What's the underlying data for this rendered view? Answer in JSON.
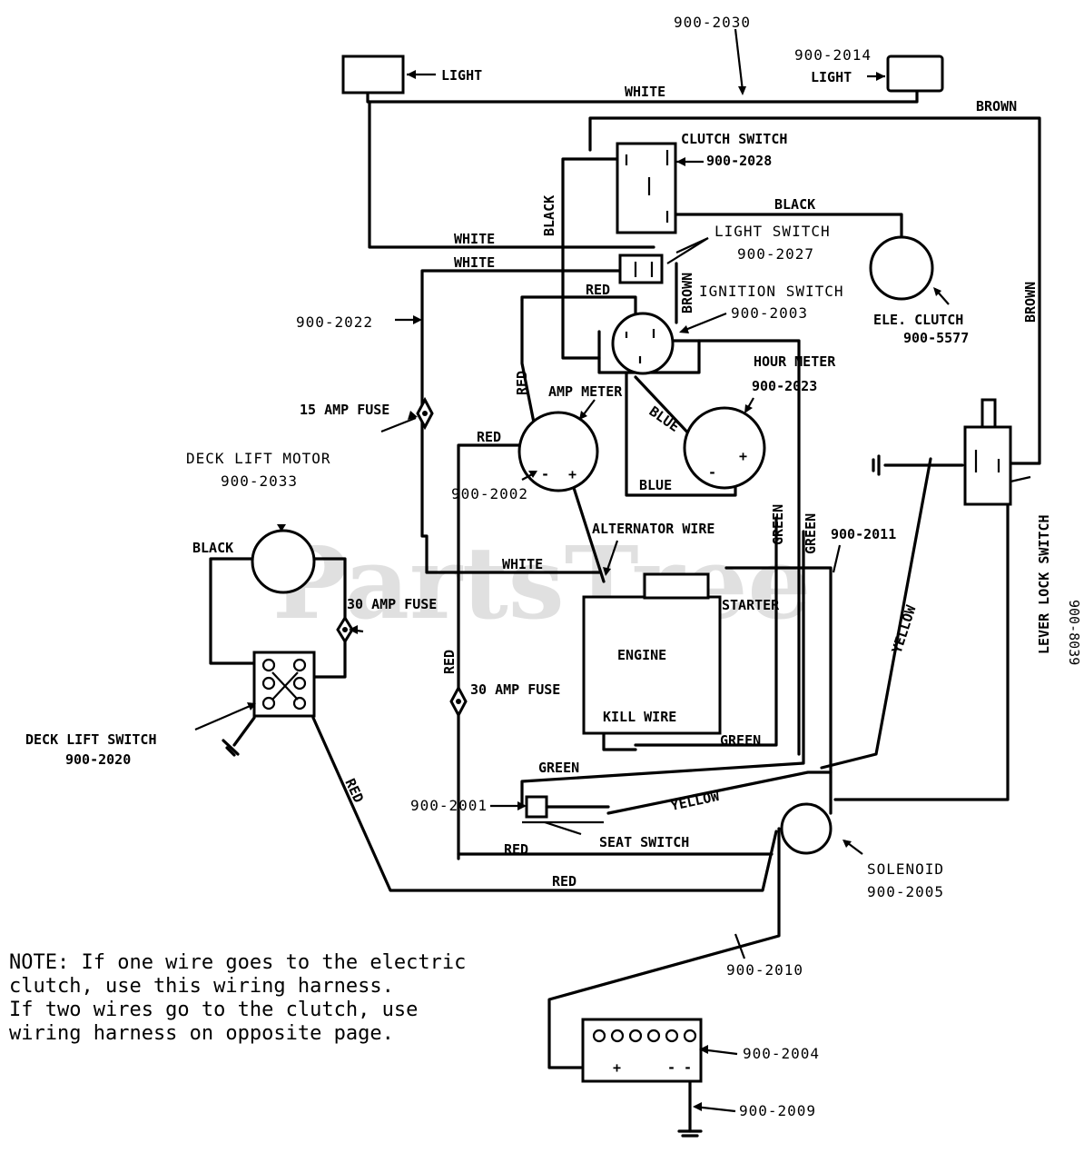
{
  "watermark": "PartsTree",
  "labels": {
    "top_harness": "900-2030",
    "light_left": "LIGHT",
    "light_right_part": "900-2014",
    "light_right": "LIGHT",
    "white_top": "WHITE",
    "brown_top": "BROWN",
    "clutch_switch": "CLUTCH SWITCH",
    "clutch_switch_part": "900-2028",
    "black_vertical": "BLACK",
    "black_clutch": "BLACK",
    "light_switch": "LIGHT SWITCH",
    "light_switch_part": "900-2027",
    "white_1": "WHITE",
    "white_2": "WHITE",
    "red_top": "RED",
    "brown_vertical": "BROWN",
    "ignition_switch": "IGNITION SWITCH",
    "ignition_switch_part": "900-2003",
    "ele_clutch": "ELE. CLUTCH",
    "ele_clutch_part": "900-5577",
    "brown_right": "BROWN",
    "harness_2022": "900-2022",
    "hour_meter": "HOUR METER",
    "hour_meter_part": "900-2023",
    "red_vertical": "RED",
    "amp_meter": "AMP METER",
    "fuse_15": "15 AMP FUSE",
    "blue_diag": "BLUE",
    "red_amp": "RED",
    "blue_bottom": "BLUE",
    "deck_lift_motor": "DECK LIFT MOTOR",
    "deck_lift_motor_part": "900-2033",
    "amp_meter_part": "900-2002",
    "alternator_wire": "ALTERNATOR WIRE",
    "green_1": "GREEN",
    "green_2": "GREEN",
    "harness_2011": "900-2011",
    "black_motor": "BLACK",
    "white_mid": "WHITE",
    "starter": "STARTER",
    "fuse_30a": "30 AMP FUSE",
    "yellow_vertical": "YELLOW",
    "lever_lock_switch": "LEVER LOCK SWITCH",
    "lever_lock_part": "900-8039",
    "engine": "ENGINE",
    "red_left_vertical": "RED",
    "fuse_30b": "30 AMP FUSE",
    "kill_wire": "KILL WIRE",
    "green_engine": "GREEN",
    "deck_lift_switch": "DECK LIFT SWITCH",
    "deck_lift_switch_part": "900-2020",
    "green_seat": "GREEN",
    "red_diag": "RED",
    "seat_switch_part": "900-2001",
    "yellow_seat": "YELLOW",
    "seat_switch": "SEAT SWITCH",
    "red_seat": "RED",
    "solenoid": "SOLENOID",
    "solenoid_part": "900-2005",
    "red_bottom": "RED",
    "harness_2010": "900-2010",
    "battery_part": "900-2004",
    "ground_part": "900-2009",
    "battery_plus": "+",
    "battery_minus": "- -",
    "meter_minus": "-",
    "meter_plus": "+"
  },
  "note": [
    "NOTE:  If one wire goes to the electric",
    "clutch, use this wiring harness.",
    "If two wires go to the clutch, use",
    "wiring harness on opposite page."
  ]
}
